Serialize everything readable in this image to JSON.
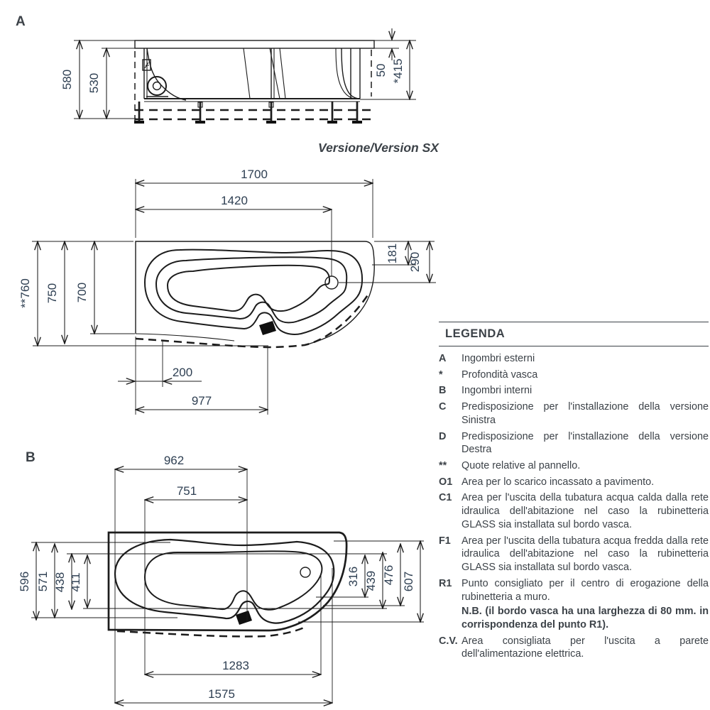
{
  "document": {
    "type": "bathtub installation technical drawing",
    "background": "#ffffff"
  },
  "colors": {
    "line": "#1c1c1c",
    "dimension_text": "#2e3f52",
    "text": "#3c4248"
  },
  "view_a": {
    "label": "A",
    "dims": {
      "total_height": "580",
      "frame_height": "530",
      "rim_thickness": "50",
      "basin_depth": "*415"
    }
  },
  "plan_sx": {
    "caption": "Versione/Version SX",
    "dims": {
      "total_length": "1700",
      "drain_from_left": "1420",
      "corner_offset": "181",
      "drain_from_edge": "290",
      "panel_width": "**760",
      "total_width": "750",
      "inner_width": "700",
      "left_offset": "200",
      "panel_length": "977"
    }
  },
  "view_b": {
    "label": "B",
    "dims": {
      "basin_length": "962",
      "inner_basin_length": "751",
      "outer_width": "596",
      "rim_width": "571",
      "basin_width": "438",
      "inner_basin_width": "411",
      "right_inner": "316",
      "right_basin": "439",
      "right_rim": "476",
      "right_outer": "607",
      "inner_length": "1283",
      "total_length": "1575"
    }
  },
  "legend": {
    "title": "LEGENDA",
    "items": [
      {
        "term": "A",
        "text": "Ingombri esterni"
      },
      {
        "term": "*",
        "text": "Profondità vasca"
      },
      {
        "term": "B",
        "text": "Ingombri interni"
      },
      {
        "term": "C",
        "text": "Predisposizione per l'installazione della versione Sinistra"
      },
      {
        "term": "D",
        "text": "Predisposizione per l'installazione della versione Destra"
      },
      {
        "term": "**",
        "text": "Quote relative al pannello."
      },
      {
        "term": "O1",
        "text": "Area per lo scarico incassato a pavimento."
      },
      {
        "term": "C1",
        "text": "Area per l'uscita della tubatura acqua calda dalla rete idraulica dell'abitazione nel caso la rubinetteria GLASS sia installata sul bordo vasca."
      },
      {
        "term": "F1",
        "text": "Area per l'uscita della tubatura acqua fredda dalla rete idraulica dell'abitazione nel caso la rubinetteria GLASS sia installata sul bordo vasca."
      },
      {
        "term": "R1",
        "text": "Punto consigliato per il centro di erogazione della rubinetteria a muro.",
        "note": "N.B. (il bordo vasca ha una larghezza di 80 mm. in corrispondenza del punto R1)."
      },
      {
        "term": "C.V.",
        "text": "Area consigliata per l'uscita a parete dell'alimentazione elettrica."
      }
    ]
  }
}
